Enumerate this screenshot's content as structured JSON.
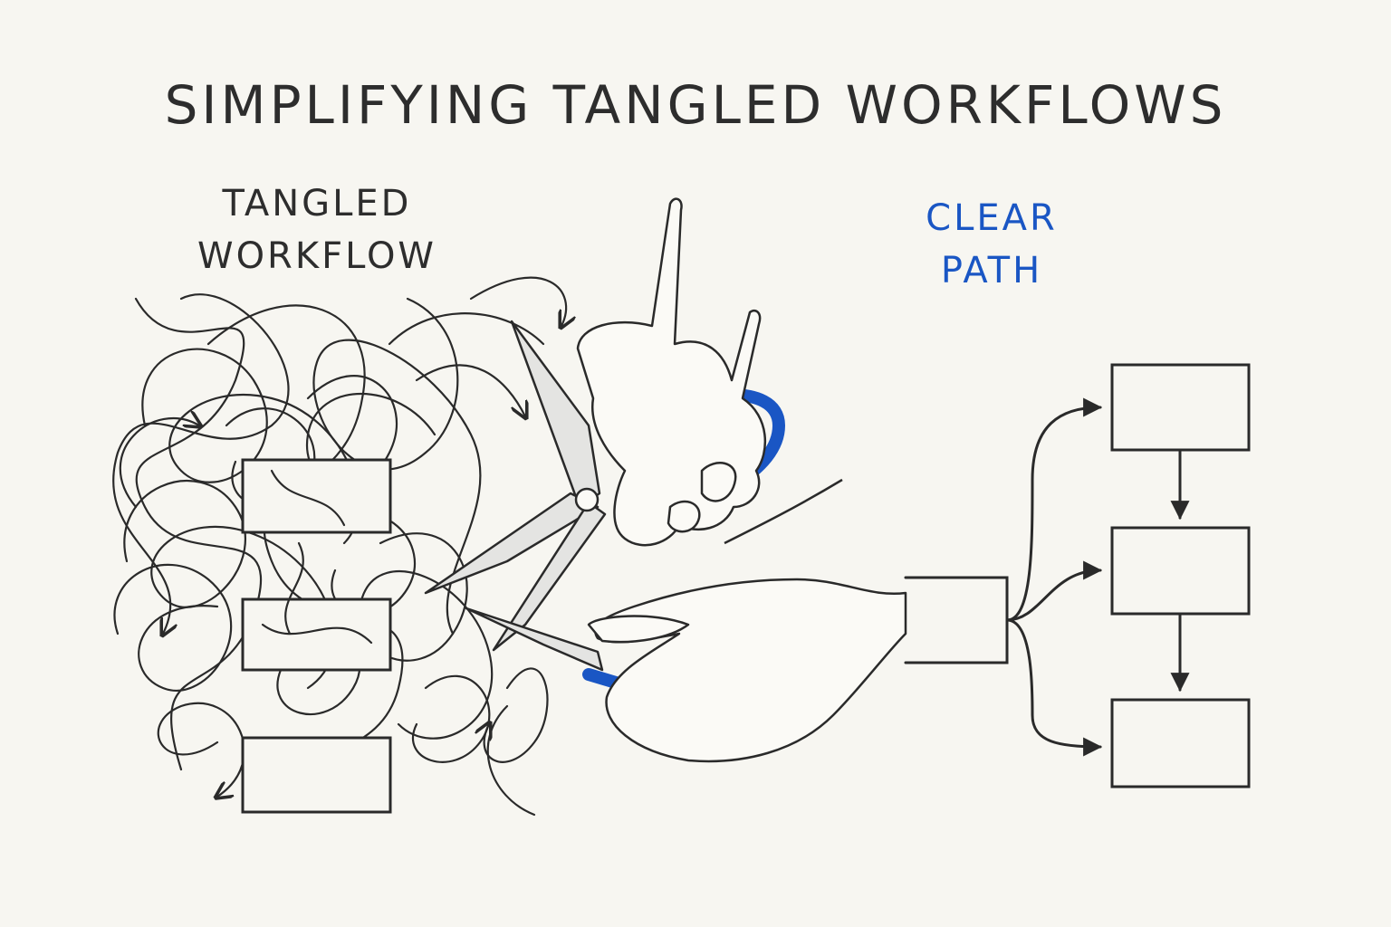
{
  "title": "SIMPLIFYING TANGLED WORKFLOWS",
  "tangled_label": {
    "line1": "TANGLED",
    "line2": "WORKFLOW"
  },
  "clear_label": {
    "line1": "CLEAR",
    "line2": "PATH"
  },
  "colors": {
    "ink": "#2a2a2a",
    "accent_blue": "#1a56c4",
    "paper": "#f7f6f1"
  },
  "icons": [
    "scissors-icon",
    "left-hand-icon",
    "right-hand-icon"
  ]
}
